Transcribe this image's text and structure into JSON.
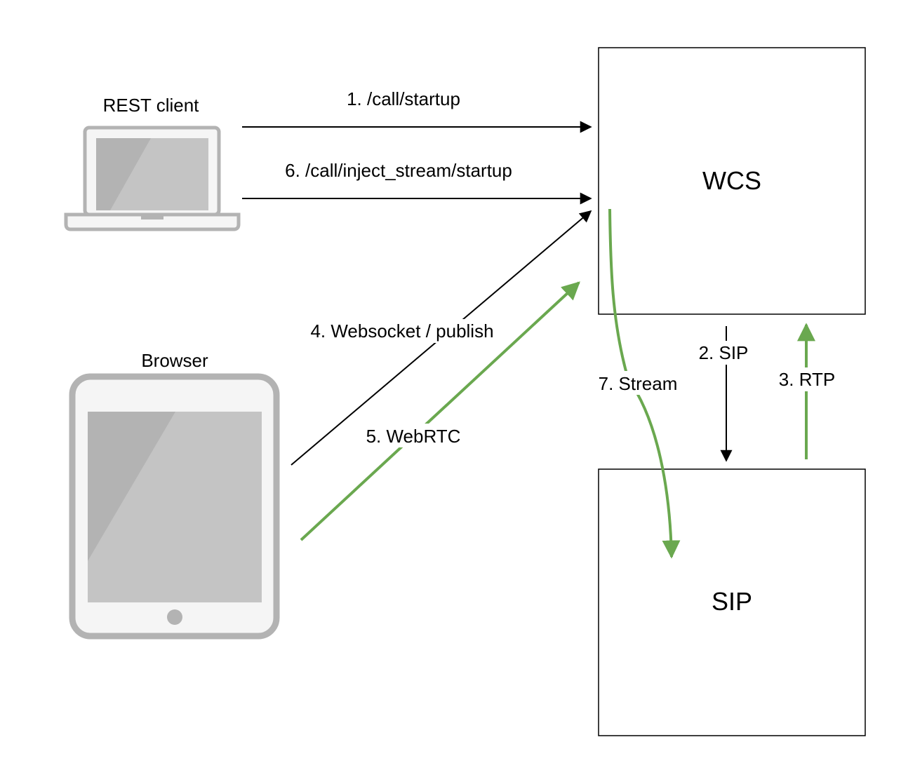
{
  "colors": {
    "line": "#000000",
    "green": "#6aa84f",
    "device_gray": "#b3b3b3",
    "screen_gray": "#b3b3b3",
    "screen_highlight": "#c4c4c4",
    "device_fill": "#f5f5f5"
  },
  "nodes": {
    "rest_client": {
      "label": "REST client",
      "icon": "laptop-icon"
    },
    "browser": {
      "label": "Browser",
      "icon": "tablet-icon"
    },
    "wcs": {
      "label": "WCS"
    },
    "sip": {
      "label": "SIP"
    }
  },
  "edges": [
    {
      "id": "edge-1",
      "label": "1. /call/startup",
      "from": "rest_client",
      "to": "wcs",
      "color": "#000000"
    },
    {
      "id": "edge-6",
      "label": "6. /call/inject_stream/startup",
      "from": "rest_client",
      "to": "wcs",
      "color": "#000000"
    },
    {
      "id": "edge-4",
      "label": "4. Websocket / publish",
      "from": "browser",
      "to": "wcs",
      "color": "#000000"
    },
    {
      "id": "edge-5",
      "label": "5. WebRTC",
      "from": "browser",
      "to": "wcs",
      "color": "#6aa84f"
    },
    {
      "id": "edge-7",
      "label": "7. Stream",
      "from": "wcs",
      "to": "sip",
      "color": "#6aa84f"
    },
    {
      "id": "edge-2",
      "label": "2. SIP",
      "from": "wcs",
      "to": "sip",
      "color": "#000000"
    },
    {
      "id": "edge-3",
      "label": "3. RTP",
      "from": "sip",
      "to": "wcs",
      "color": "#6aa84f"
    }
  ]
}
